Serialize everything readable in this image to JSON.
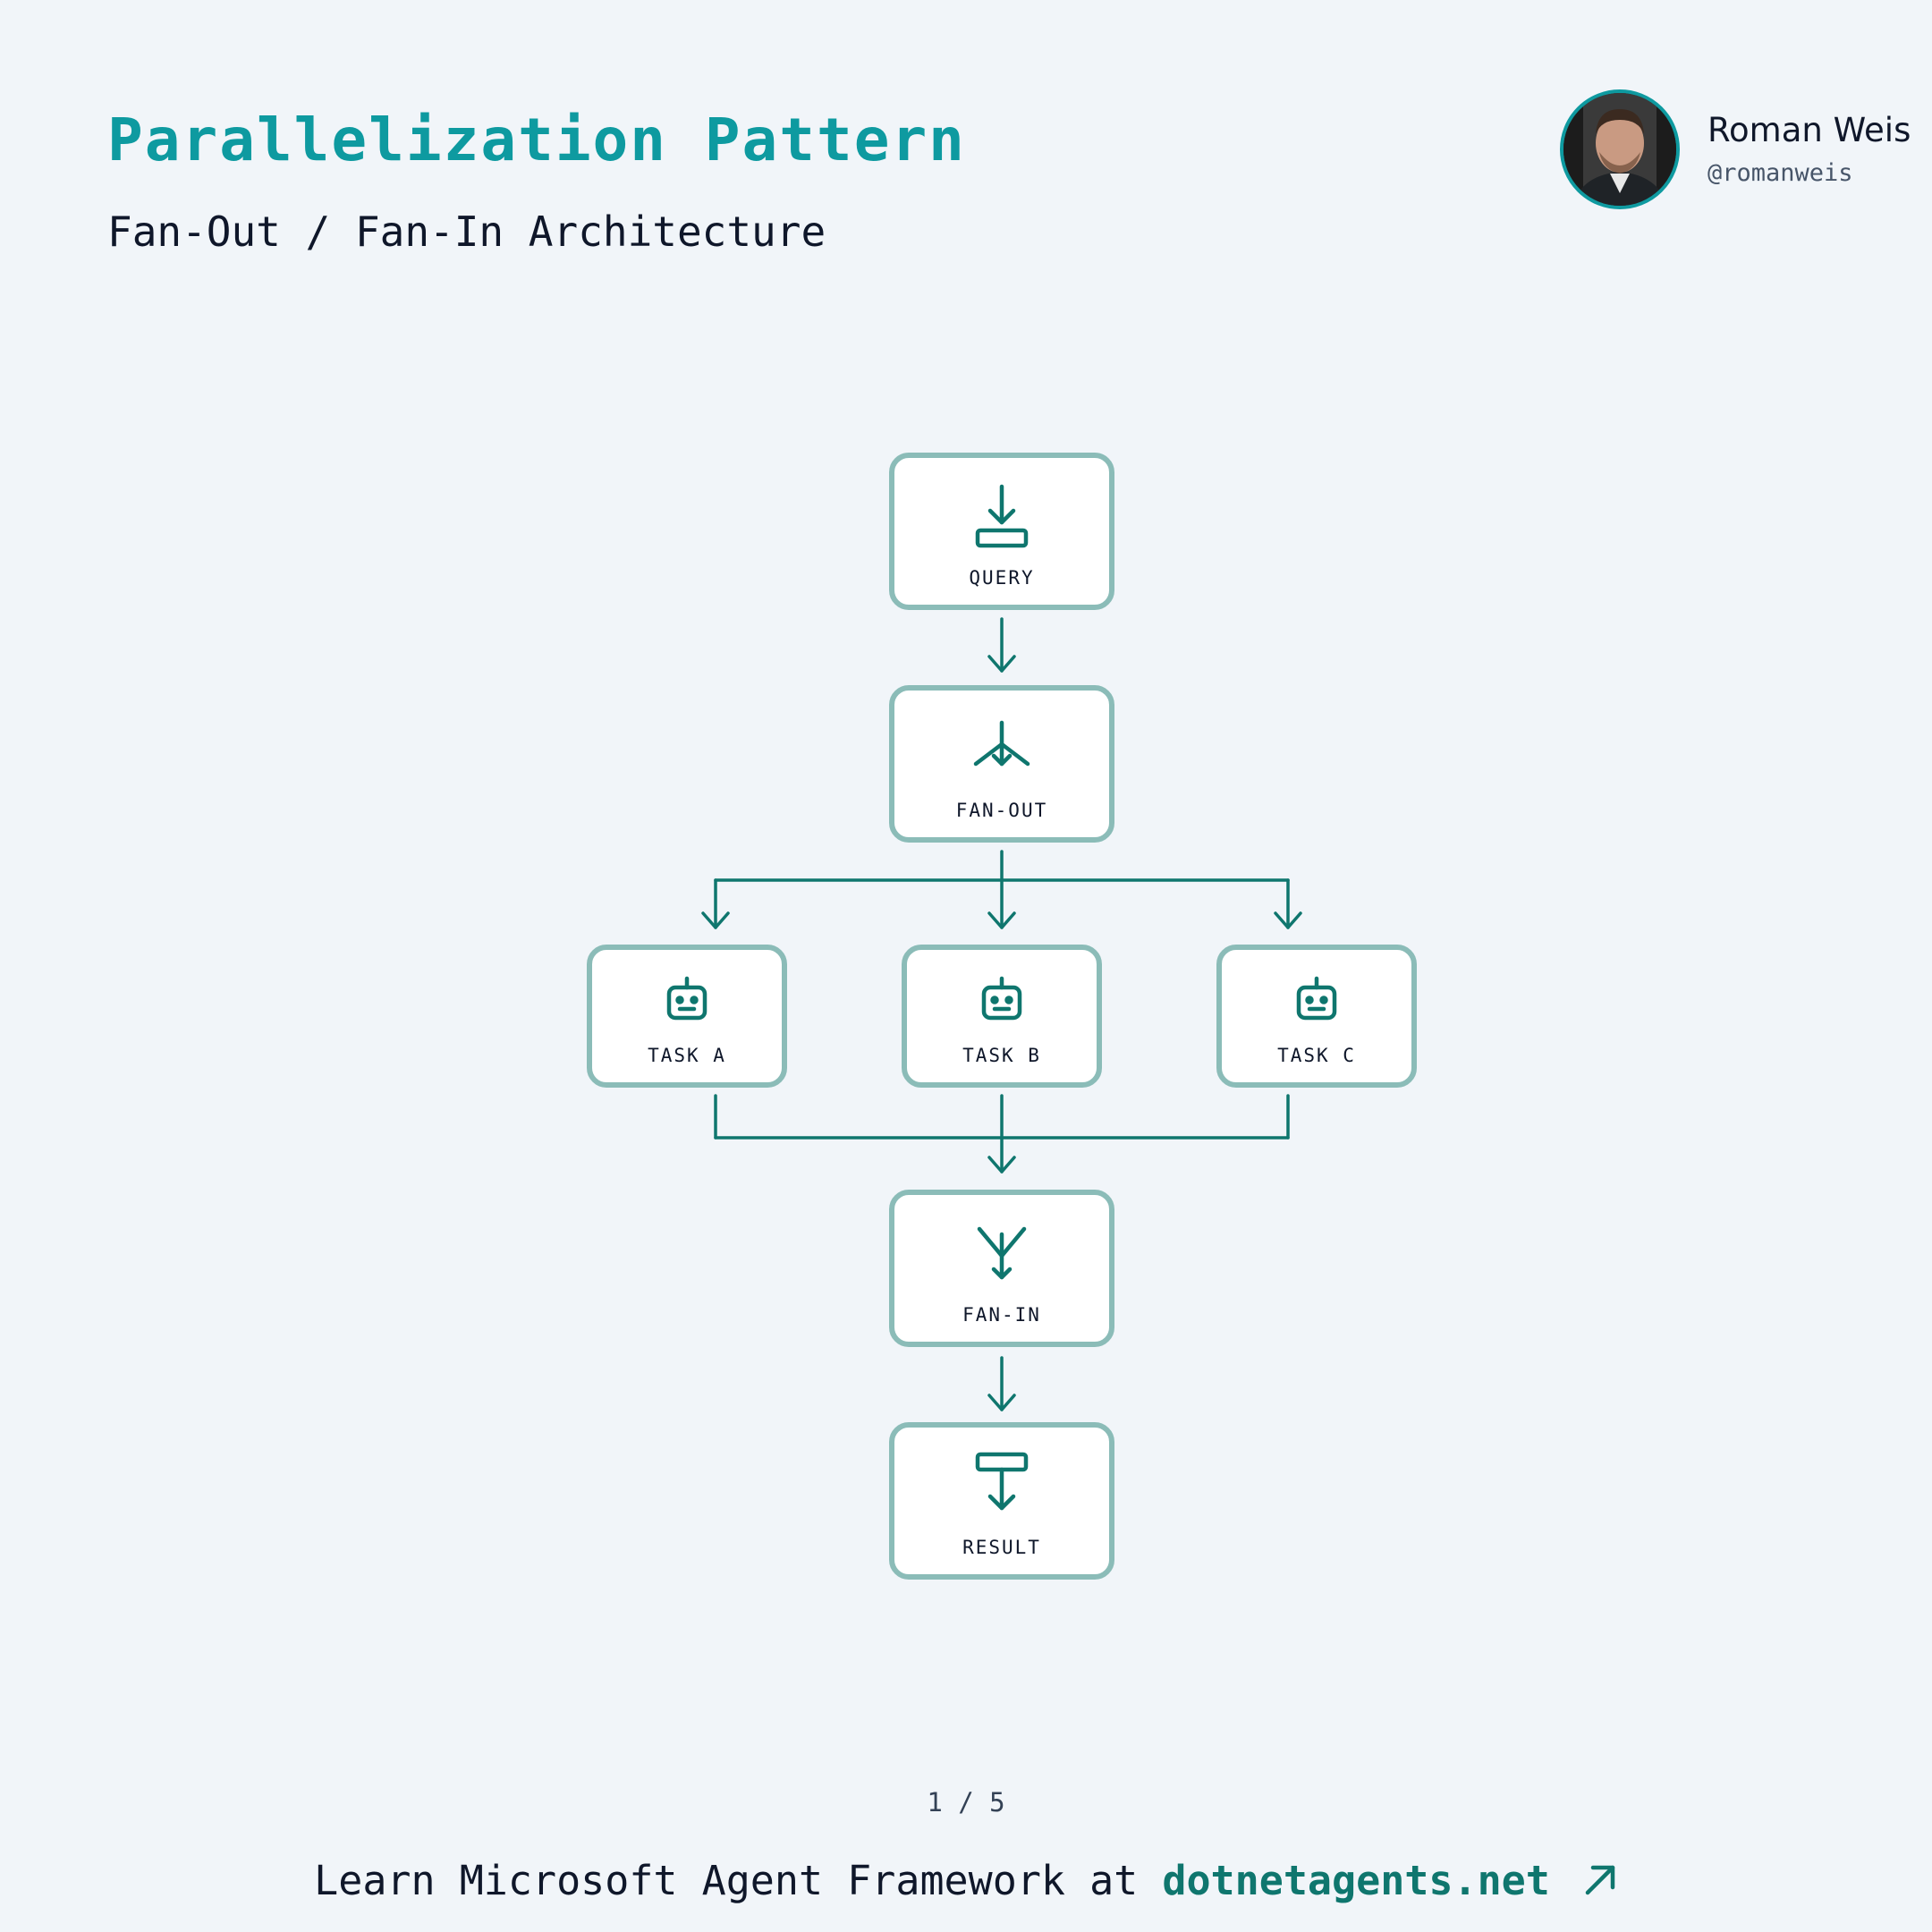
{
  "header": {
    "title": "Parallelization Pattern",
    "subtitle": "Fan-Out / Fan-In Architecture"
  },
  "author": {
    "name": "Roman Weis",
    "handle": "@romanweis"
  },
  "diagram": {
    "nodes": [
      {
        "id": "query",
        "label": "QUERY",
        "icon": "download-icon"
      },
      {
        "id": "fan-out",
        "label": "FAN-OUT",
        "icon": "fan-out-icon"
      },
      {
        "id": "task-a",
        "label": "TASK A",
        "icon": "robot-icon"
      },
      {
        "id": "task-b",
        "label": "TASK B",
        "icon": "robot-icon"
      },
      {
        "id": "task-c",
        "label": "TASK C",
        "icon": "robot-icon"
      },
      {
        "id": "fan-in",
        "label": "FAN-IN",
        "icon": "fan-in-icon"
      },
      {
        "id": "result",
        "label": "RESULT",
        "icon": "output-icon"
      }
    ],
    "edges": [
      [
        "query",
        "fan-out"
      ],
      [
        "fan-out",
        "task-a"
      ],
      [
        "fan-out",
        "task-b"
      ],
      [
        "fan-out",
        "task-c"
      ],
      [
        "task-a",
        "fan-in"
      ],
      [
        "task-b",
        "fan-in"
      ],
      [
        "task-c",
        "fan-in"
      ],
      [
        "fan-in",
        "result"
      ]
    ]
  },
  "pagination": {
    "text": "1 / 5"
  },
  "footer": {
    "text": "Learn Microsoft Agent Framework at",
    "link": "dotnetagents.net",
    "icon": "arrow-up-right-icon"
  },
  "colors": {
    "accent": "#0e9aa0",
    "stroke": "#0f766e",
    "node_border": "#8bbcb8",
    "background": "#f1f5f9"
  }
}
